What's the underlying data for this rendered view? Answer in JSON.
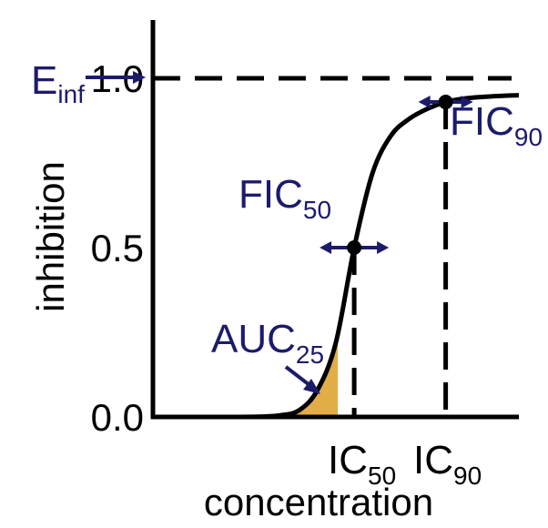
{
  "chart_data": {
    "type": "line",
    "xlabel": "concentration",
    "ylabel": "inhibition",
    "ylim": [
      0,
      1.0
    ],
    "y_ticks": [
      "0.0",
      "0.5",
      "1.0"
    ],
    "grid": false,
    "series": [
      {
        "x": [
          0,
          0.1,
          0.2,
          0.3,
          0.35,
          0.4,
          0.45,
          0.5,
          0.55,
          0.6,
          0.65,
          0.7,
          0.75,
          0.8,
          0.85,
          0.9,
          0.95,
          1.0
        ],
        "y": [
          0,
          0,
          0,
          0.001,
          0.005,
          0.02,
          0.08,
          0.22,
          0.5,
          0.72,
          0.83,
          0.88,
          0.91,
          0.93,
          0.94,
          0.945,
          0.948,
          0.95
        ]
      }
    ],
    "e_inf": {
      "label": "E",
      "sub": "inf",
      "value": 1.0
    },
    "points": [
      {
        "label": "FIC",
        "sub": "50",
        "x": 0.55,
        "y": 0.5,
        "tick_label": "IC",
        "tick_sub": "50"
      },
      {
        "label": "FIC",
        "sub": "90",
        "x": 0.8,
        "y": 0.93,
        "tick_label": "IC",
        "tick_sub": "90"
      }
    ],
    "auc": {
      "label": "AUC",
      "sub": "25",
      "x_end": 0.505,
      "y_at_end": 0.25
    }
  },
  "colors": {
    "axis": "#000000",
    "curve": "#000000",
    "annotation": "#1c1b6b",
    "auc_fill": "#e2ad47"
  }
}
